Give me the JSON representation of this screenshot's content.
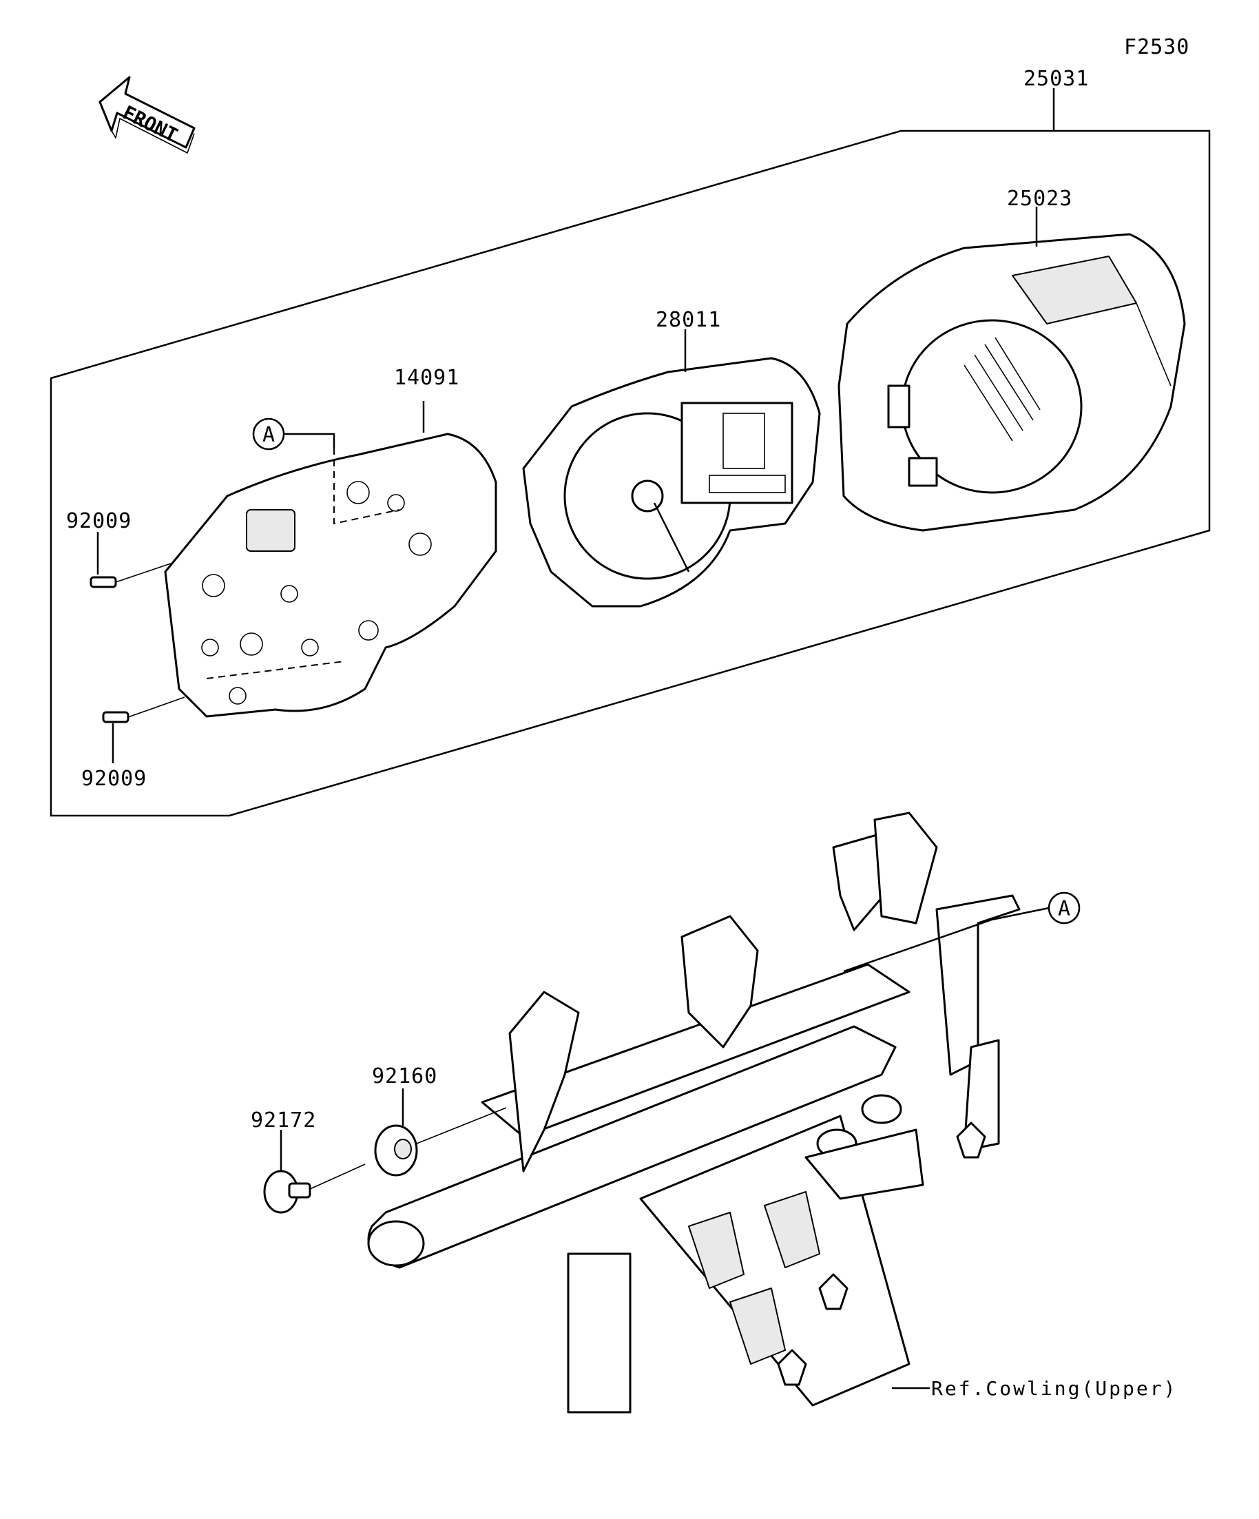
{
  "diagram_code": "F2530",
  "front_label": "FRONT",
  "ref_label": "Ref.Cowling(Upper)",
  "callouts": {
    "assembly": "25031",
    "cover": "25023",
    "meter": "28011",
    "case": "14091",
    "screw_upper": "92009",
    "screw_lower": "92009",
    "damper": "92160",
    "collar": "92172",
    "marker_top": "A",
    "marker_bottom": "A"
  },
  "icons": {
    "front_arrow": "front-arrow-icon"
  }
}
